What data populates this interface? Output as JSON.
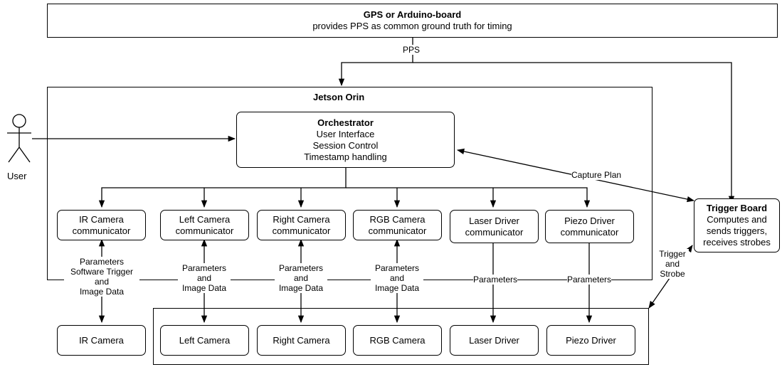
{
  "gps": {
    "title": "GPS or Arduino-board",
    "subtitle": "provides PPS as common ground truth for timing"
  },
  "jetson": {
    "title": "Jetson Orin"
  },
  "orchestrator": {
    "title": "Orchestrator",
    "line1": "User Interface",
    "line2": "Session Control",
    "line3": "Timestamp handling"
  },
  "user": {
    "label": "User"
  },
  "trigger_board": {
    "title": "Trigger Board",
    "line1": "Computes and",
    "line2": "sends triggers,",
    "line3": "receives strobes"
  },
  "communicators": [
    {
      "line1": "IR Camera",
      "line2": "communicator"
    },
    {
      "line1": "Left Camera",
      "line2": "communicator"
    },
    {
      "line1": "Right Camera",
      "line2": "communicator"
    },
    {
      "line1": "RGB Camera",
      "line2": "communicator"
    },
    {
      "line1": "Laser Driver",
      "line2": "communicator"
    },
    {
      "line1": "Piezo Driver",
      "line2": "communicator"
    }
  ],
  "devices": [
    "IR Camera",
    "Left Camera",
    "Right Camera",
    "RGB Camera",
    "Laser Driver",
    "Piezo Driver"
  ],
  "edge_labels": {
    "pps": "PPS",
    "capture_plan": "Capture Plan",
    "trigger_strobe": [
      "Trigger",
      "and",
      "Strobe"
    ],
    "ir_link": [
      "Parameters",
      "Software Trigger",
      "and",
      "Image Data"
    ],
    "camera_link": [
      "Parameters",
      "and",
      "Image Data"
    ],
    "driver_link": "Parameters"
  }
}
